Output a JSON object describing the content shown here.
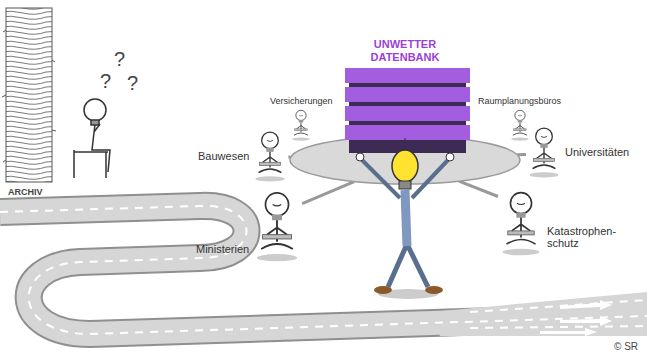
{
  "diagram": {
    "nodes": [
      {
        "text": [
          "UNWETTER DATENBANK"
        ]
      },
      {
        "text": [
          "Versicherungen"
        ]
      },
      {
        "text": [
          "Raumplanungsbüros"
        ]
      },
      {
        "text": [
          "Bauwesen"
        ]
      },
      {
        "text": [
          "Universitäten"
        ]
      },
      {
        "text": [
          "Ministerien"
        ]
      },
      {
        "text": [
          "Katastrophen- schutz"
        ]
      }
    ],
    "edges": [
      {
        "from": 0,
        "to": 3,
        "arrow": "none"
      },
      {
        "from": 0,
        "to": 4,
        "arrow": "none"
      },
      {
        "from": 0,
        "to": 5,
        "arrow": "none"
      },
      {
        "from": 0,
        "to": 6,
        "arrow": "none"
      }
    ],
    "labels": [
      "ARCHIV",
      "?",
      "?",
      "?",
      "© SR"
    ]
  }
}
